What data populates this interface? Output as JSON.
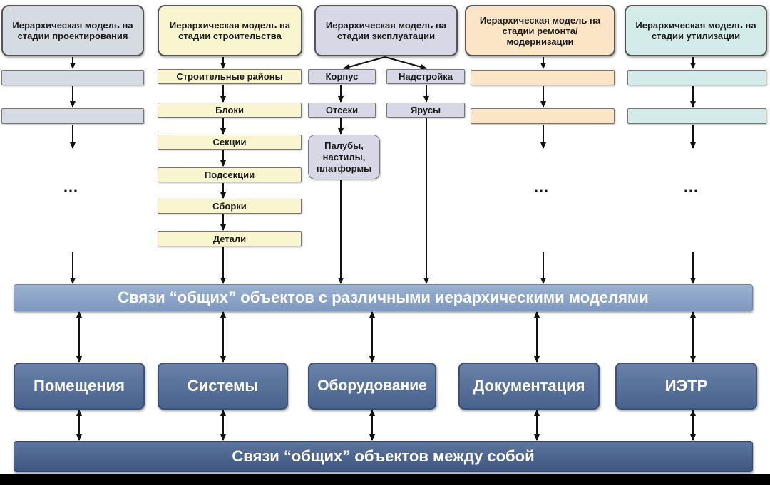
{
  "columns": [
    {
      "title": "Иерархическая модель на стадии проектирования",
      "items": []
    },
    {
      "title": "Иерархическая модель на стадии строительства",
      "items": [
        "Строительные районы",
        "Блоки",
        "Секции",
        "Подсекции",
        "Сборки",
        "Детали"
      ]
    },
    {
      "title": "Иерархическая модель на стадии эксплуатации",
      "branch_left": [
        "Корпус",
        "Отсеки",
        "Палубы, настилы, платформы"
      ],
      "branch_right": [
        "Надстройка",
        "Ярусы"
      ]
    },
    {
      "title": "Иерархическая модель на стадии ремонта/модернизации",
      "items": []
    },
    {
      "title": "Иерархическая модель на стадии утилизации",
      "items": []
    }
  ],
  "ellipsis": "…",
  "band_top": "Связи “общих” объектов с различными иерархическими моделями",
  "objects": [
    "Помещения",
    "Системы",
    "Оборудование",
    "Документация",
    "ИЭТР"
  ],
  "band_bottom": "Связи “общих” объектов между собой",
  "colors": {
    "design": "#d6dae2",
    "construction": "#f9f6cf",
    "operation": "#d8d7e6",
    "repair": "#fbe5c5",
    "disposal": "#d3ecea",
    "band": "#8aa3c6",
    "object_box": "#536b93"
  }
}
